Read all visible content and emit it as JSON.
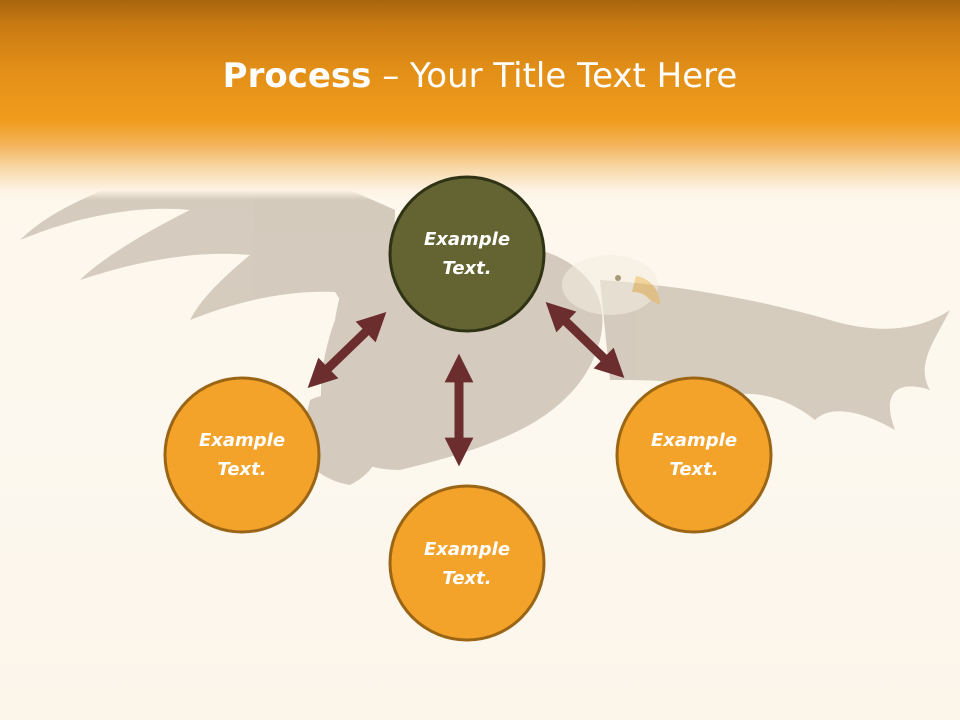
{
  "title": {
    "bold": "Process",
    "dash": " – ",
    "light": "Your Title Text Here"
  },
  "nodes": [
    {
      "id": "top",
      "label_line1": "Example",
      "label_line2": "Text.",
      "fill": "#636431",
      "stroke": "#2f3214"
    },
    {
      "id": "left",
      "label_line1": "Example",
      "label_line2": "Text.",
      "fill": "#f3a22a",
      "stroke": "#9a6515"
    },
    {
      "id": "bottom",
      "label_line1": "Example",
      "label_line2": "Text.",
      "fill": "#f3a22a",
      "stroke": "#9a6515"
    },
    {
      "id": "right",
      "label_line1": "Example",
      "label_line2": "Text.",
      "fill": "#f3a22a",
      "stroke": "#9a6515"
    }
  ],
  "connector_color": "#6b2d2d",
  "header_color": "#f19c1c"
}
